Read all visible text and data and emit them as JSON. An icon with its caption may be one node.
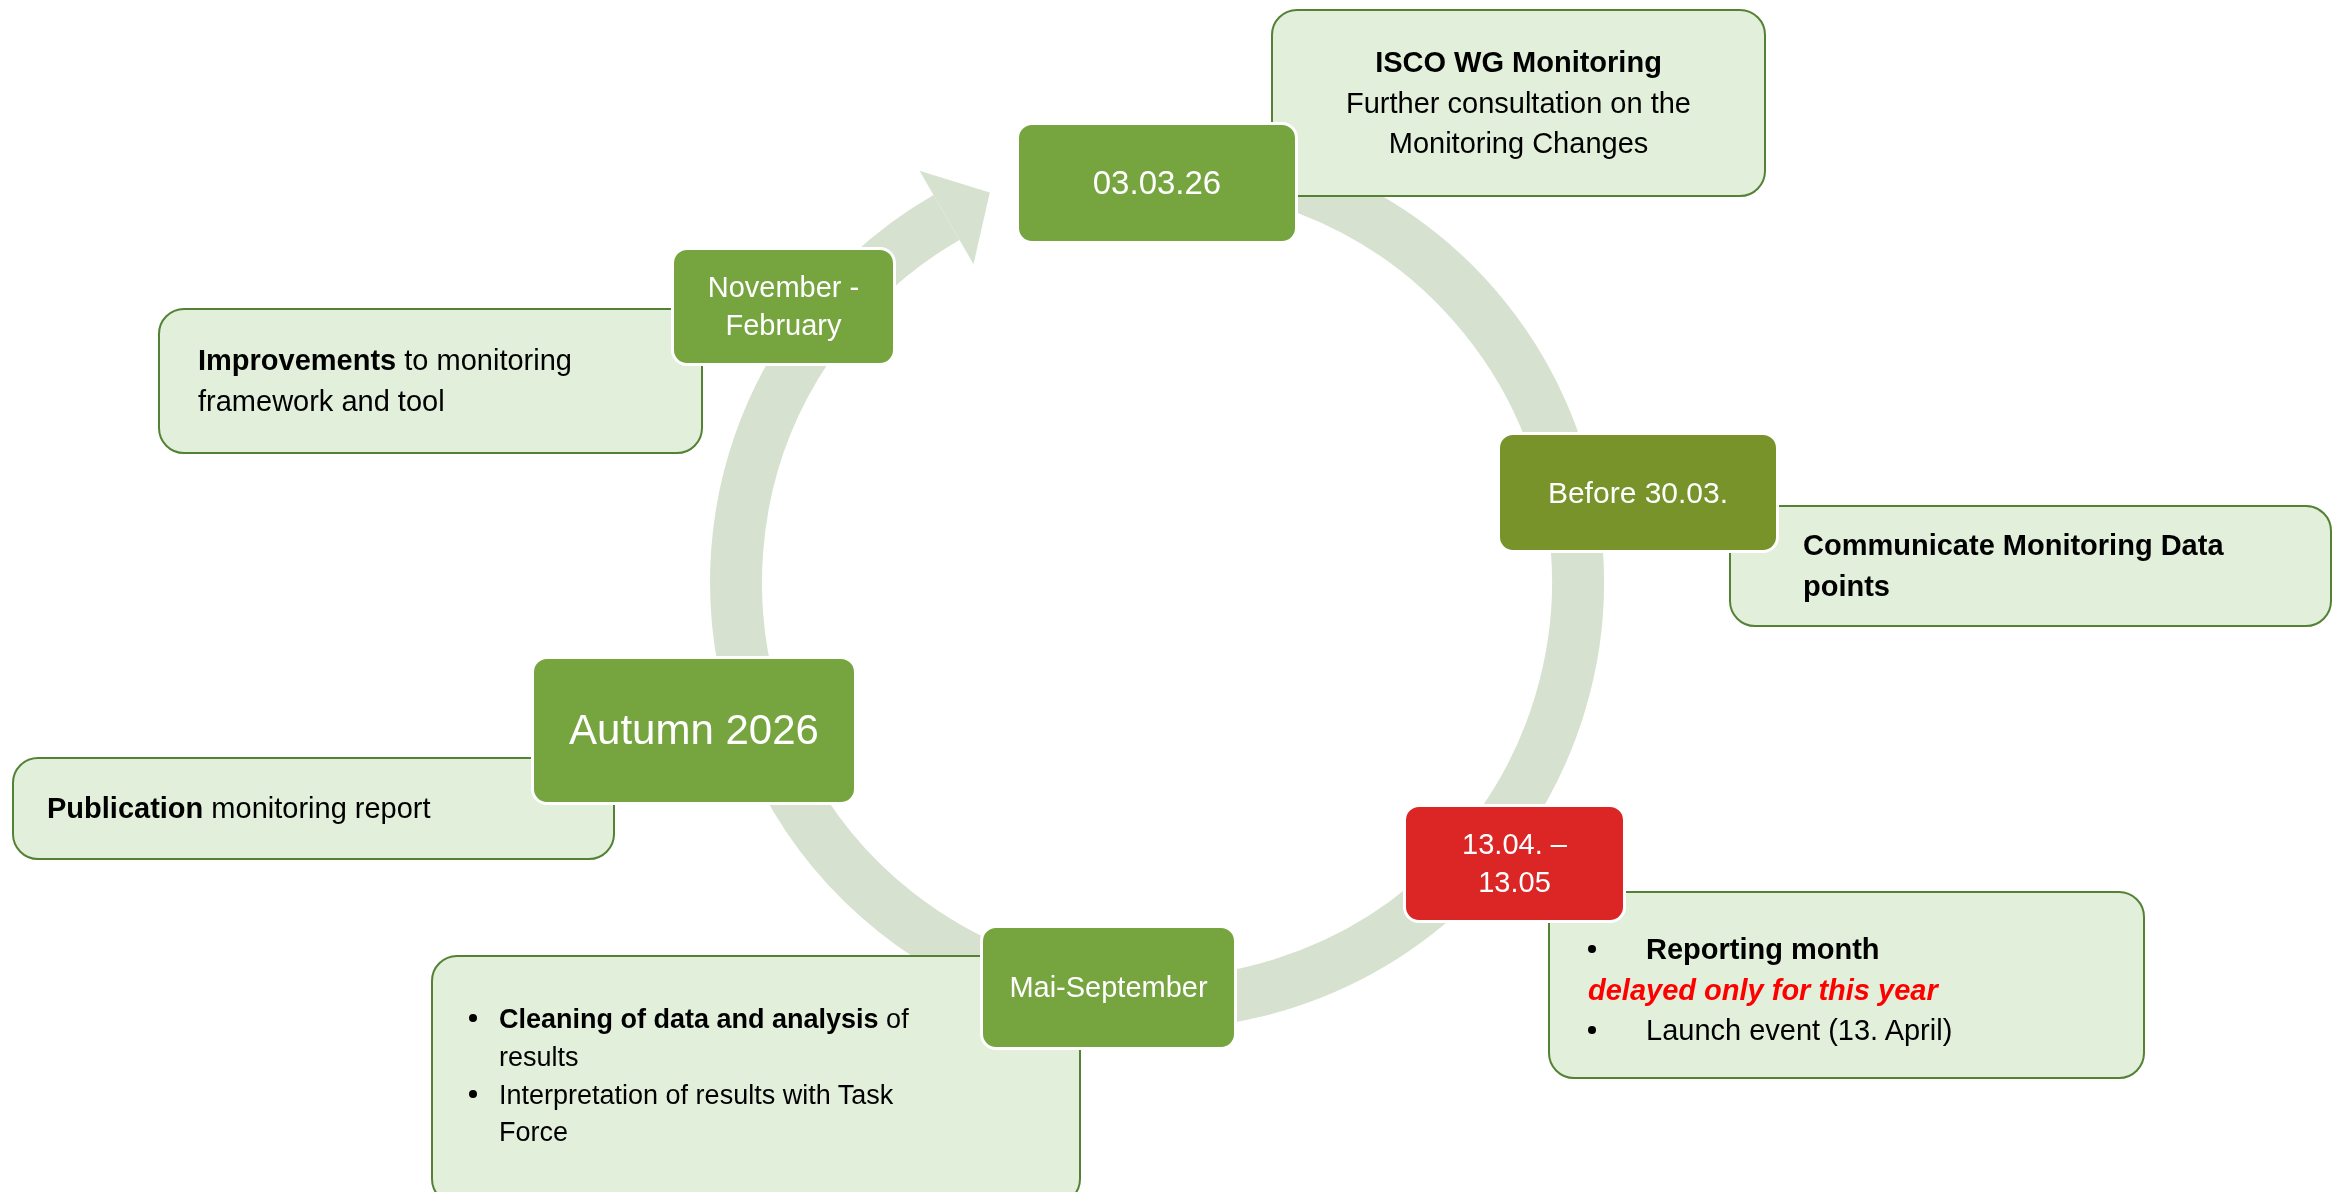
{
  "diagram": {
    "nodes": [
      {
        "text": [
          "ISCO WG Monitoring",
          "Further consultation on the Monitoring Changes"
        ]
      },
      {
        "text": [
          "03.03.26"
        ]
      },
      {
        "text": [
          "November - February"
        ]
      },
      {
        "text": [
          "**Improvements** to monitoring framework and tool"
        ]
      },
      {
        "text": [
          "Before 30.03."
        ]
      },
      {
        "text": [
          "Communicate Monitoring Data points"
        ]
      },
      {
        "text": [
          "Autumn 2026"
        ]
      },
      {
        "text": [
          "**Publication** monitoring report"
        ]
      },
      {
        "text": [
          "13.04. – 13.05"
        ]
      },
      {
        "text": [
          "Reporting month",
          "delayed only for this year",
          "Launch event (13. April)"
        ]
      },
      {
        "text": [
          "Mai-September"
        ]
      },
      {
        "text": [
          "**Cleaning of data and analysis** of results",
          "Interpretation of results with Task Force"
        ]
      }
    ],
    "edges": []
  }
}
